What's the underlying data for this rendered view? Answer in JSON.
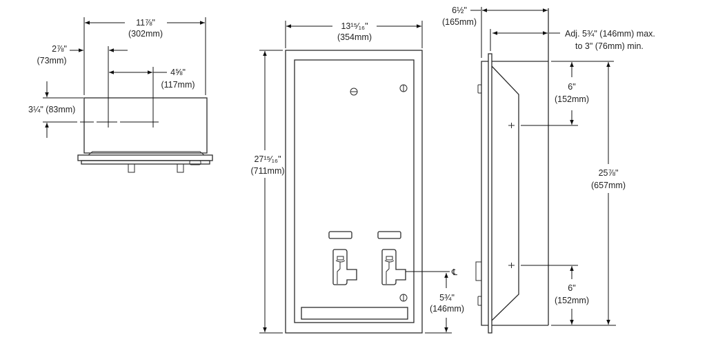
{
  "top_view": {
    "width_in": "11⅞\"",
    "width_mm": "(302mm)",
    "offset_in": "2⅞\"",
    "offset_mm": "(73mm)",
    "spacing_in": "4⅝\"",
    "spacing_mm": "(117mm)",
    "depth_label": "3¼\" (83mm)"
  },
  "front_view": {
    "width_in": "13¹⁵⁄₁₆\"",
    "width_mm": "(354mm)",
    "height_in": "27¹⁵⁄₁₆\"",
    "height_mm": "(711mm)",
    "centerline_symbol": "℄",
    "cl_height_in": "5¾\"",
    "cl_height_mm": "(146mm)"
  },
  "side_view": {
    "depth_in": "6½\"",
    "depth_mm": "(165mm)",
    "adj_line1": "Adj. 5¾\" (146mm) max.",
    "adj_line2": "to 3\" (76mm) min.",
    "top_mount_in": "6\"",
    "top_mount_mm": "(152mm)",
    "height_in": "25⅞\"",
    "height_mm": "(657mm)",
    "bottom_mount_in": "6\"",
    "bottom_mount_mm": "(152mm)"
  }
}
